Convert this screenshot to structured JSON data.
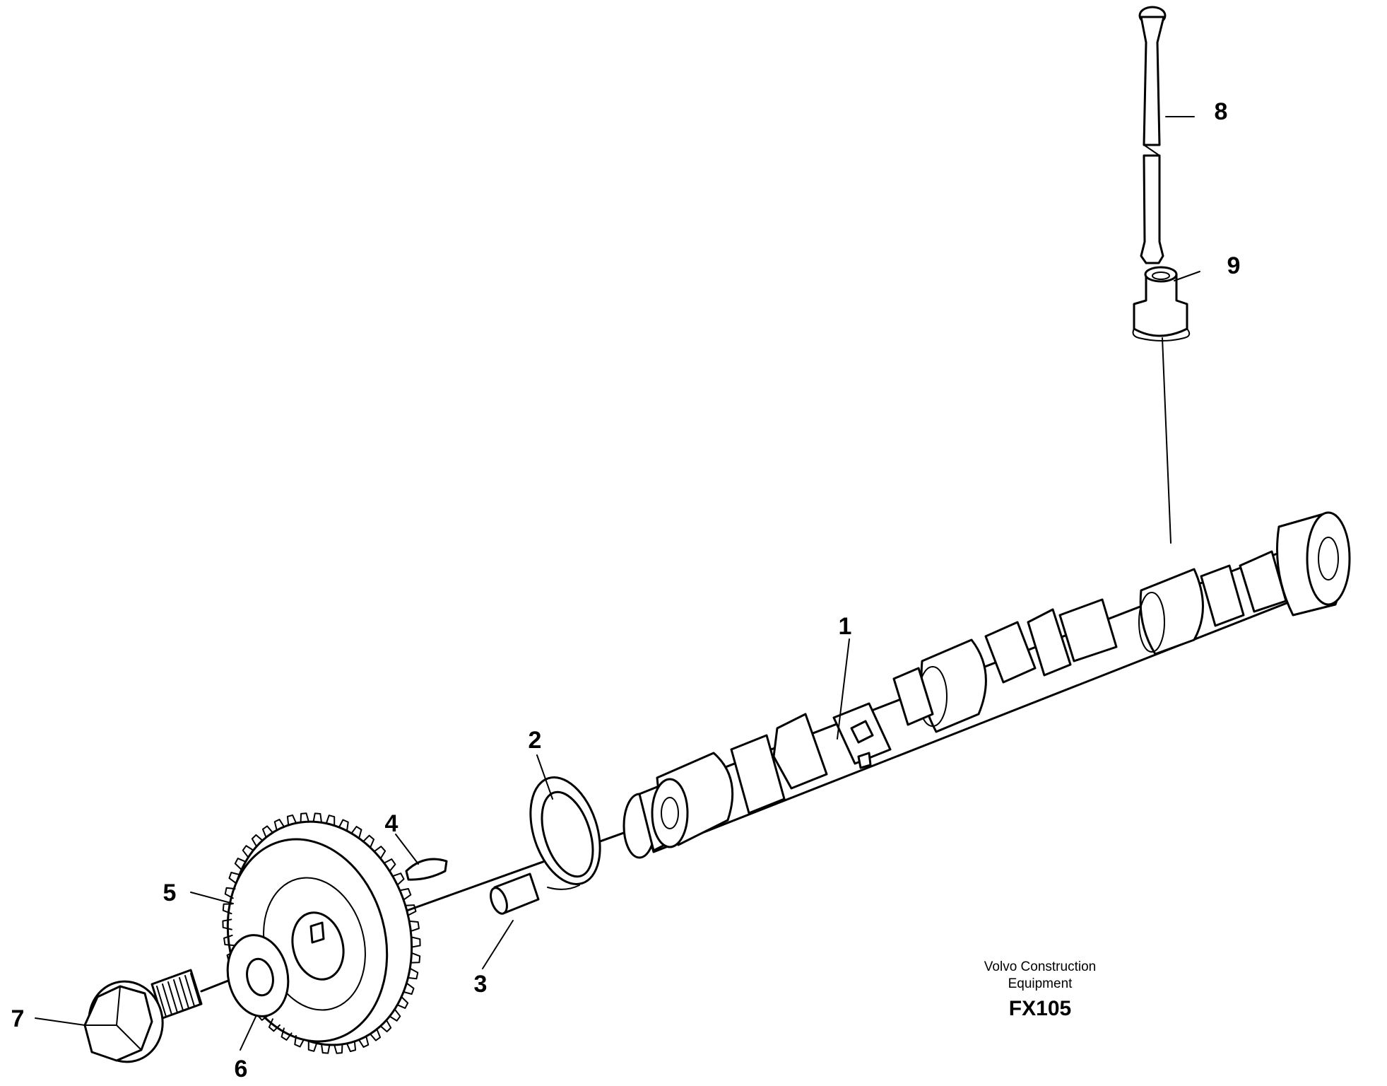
{
  "callouts": {
    "c1": "1",
    "c2": "2",
    "c3": "3",
    "c4": "4",
    "c5": "5",
    "c6": "6",
    "c7": "7",
    "c8": "8",
    "c9": "9"
  },
  "caption": {
    "line1": "Volvo Construction",
    "line2": "Equipment",
    "code": "FX105"
  }
}
